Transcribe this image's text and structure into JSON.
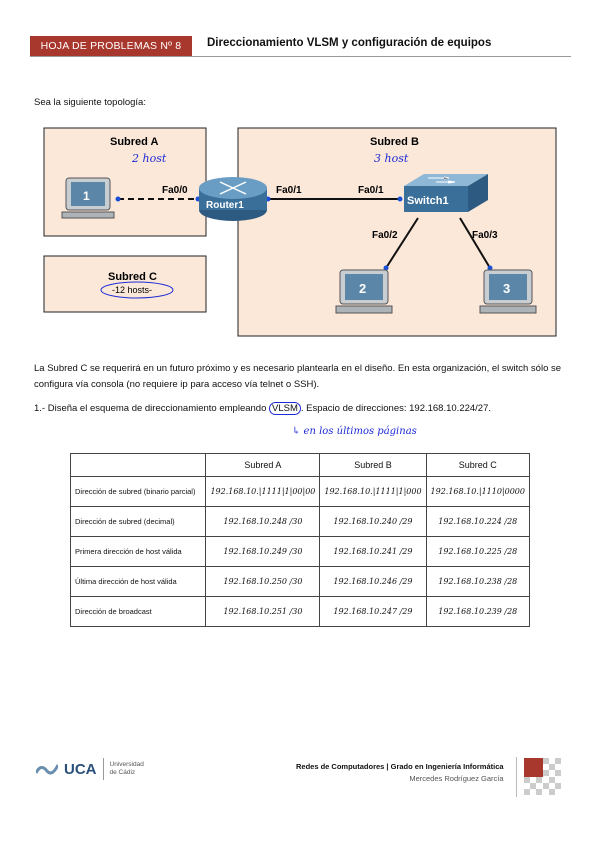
{
  "header": {
    "badge": "HOJA DE PROBLEMAS Nº 8",
    "title": "Direccionamiento VLSM y configuración de equipos"
  },
  "intro": "Sea la siguiente topología:",
  "topology": {
    "subnet_a": {
      "title": "Subred A",
      "note": "2 host"
    },
    "subnet_b": {
      "title": "Subred B",
      "note": "3 host"
    },
    "subnet_c": {
      "title": "Subred C",
      "note": "-12 hosts-"
    },
    "router_label": "Router1",
    "switch_label": "Switch1",
    "interfaces": {
      "r_fa00": "Fa0/0",
      "r_fa01": "Fa0/1",
      "s_fa01": "Fa0/1",
      "s_fa02": "Fa0/2",
      "s_fa03": "Fa0/3"
    },
    "pcs": [
      "1",
      "2",
      "3"
    ],
    "colors": {
      "subnet_fill": "#fbe8d9",
      "subnet_border": "#222",
      "router": "#3a6f9a",
      "switch": "#3a6f9a",
      "link_dot": "#1a4fd8"
    }
  },
  "paragraph1": "La Subred C se requerirá en un futuro próximo y es necesario plantearla en el diseño. En esta organización, el switch sólo se configura vía consola (no requiere ip para acceso vía telnet o SSH).",
  "question1": {
    "before": "1.- Diseña el esquema de direccionamiento empleando ",
    "highlight": "VLSM",
    "after": ". Espacio de direcciones: 192.168.10.224/27.",
    "handnote": "↳ en los últimos páginas"
  },
  "table": {
    "headers": [
      "",
      "Subred A",
      "Subred B",
      "Subred C"
    ],
    "rows": [
      {
        "label": "Dirección de subred (binario parcial)",
        "values": [
          "192.168.10.|1111|1|00|00",
          "192.168.10.|1111|1|000",
          "192.168.10.|1110|0000"
        ]
      },
      {
        "label": "Dirección de subred (decimal)",
        "values": [
          "192.168.10.248 /30",
          "192.168.10.240 /29",
          "192.168.10.224 /28"
        ]
      },
      {
        "label": "Primera dirección de host válida",
        "values": [
          "192.168.10.249 /30",
          "192.168.10.241 /29",
          "192.168.10.225 /28"
        ]
      },
      {
        "label": "Última dirección de host válida",
        "values": [
          "192.168.10.250 /30",
          "192.168.10.246 /29",
          "192.168.10.238 /28"
        ]
      },
      {
        "label": "Dirección de broadcast",
        "values": [
          "192.168.10.251 /30",
          "192.168.10.247 /29",
          "192.168.10.239 /28"
        ]
      }
    ]
  },
  "footer": {
    "logo_text": "UCA",
    "univ_line1": "Universidad",
    "univ_line2": "de Cádiz",
    "course": "Redes de Computadores | Grado en Ingeniería Informática",
    "author": "Mercedes Rodríguez García"
  }
}
